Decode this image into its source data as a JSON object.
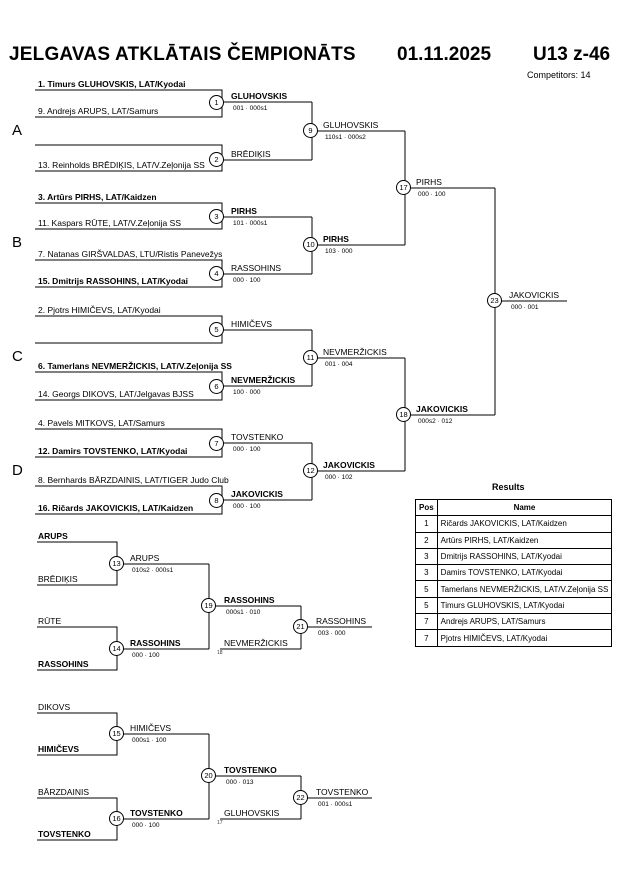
{
  "header": {
    "title": "JELGAVAS ATKLĀTAIS ČEMPIONĀTS",
    "date": "01.11.2025",
    "category": "U13 z-46",
    "competitors": "Competitors: 14"
  },
  "pools": [
    "A",
    "B",
    "C",
    "D"
  ],
  "entrants": [
    "1. Timurs GLUHOVSKIS, LAT/Kyodai",
    "9. Andrejs ARUPS, LAT/Samurs",
    "13. Reinholds BRĒDIĶIS, LAT/V.Zeļonija SS",
    "3. Artūrs PIRHS, LAT/Kaidzen",
    "11. Kaspars RŪTE, LAT/V.Zeļonija SS",
    "7. Natanas GIRŠVALDAS, LTU/Ristis Panevežys",
    "15. Dmitrijs RASSOHINS, LAT/Kyodai",
    "2. Pjotrs HIMIČEVS, LAT/Kyodai",
    "6. Tamerlans NEVMERŽICKIS, LAT/V.Zeļonija SS",
    "14. Georgs DIKOVS, LAT/Jelgavas BJSS",
    "4. Pavels MITKOVS, LAT/Samurs",
    "12. Damirs TOVSTENKO, LAT/Kyodai",
    "8. Bernhards BĀRZDAINIS, LAT/TIGER Judo Club",
    "16. Ričards JAKOVICKIS, LAT/Kaidzen"
  ],
  "matches": {
    "m1": {
      "no": "1",
      "winner": "GLUHOVSKIS",
      "score": "001 · 000s1"
    },
    "m2": {
      "no": "2",
      "winner": "BRĒDIĶIS",
      "score": ""
    },
    "m3": {
      "no": "3",
      "winner": "PIRHS",
      "score": "101 · 000s1"
    },
    "m4": {
      "no": "4",
      "winner": "RASSOHINS",
      "score": "000 · 100"
    },
    "m5": {
      "no": "5",
      "winner": "HIMIČEVS",
      "score": ""
    },
    "m6": {
      "no": "6",
      "winner": "NEVMERŽICKIS",
      "score": "100 · 000"
    },
    "m7": {
      "no": "7",
      "winner": "TOVSTENKO",
      "score": "000 · 100"
    },
    "m8": {
      "no": "8",
      "winner": "JAKOVICKIS",
      "score": "000 · 100"
    },
    "m9": {
      "no": "9",
      "winner": "GLUHOVSKIS",
      "score": "110s1 · 000s2"
    },
    "m10": {
      "no": "10",
      "winner": "PIRHS",
      "score": "103 · 000"
    },
    "m11": {
      "no": "11",
      "winner": "NEVMERŽICKIS",
      "score": "001 · 004"
    },
    "m12": {
      "no": "12",
      "winner": "JAKOVICKIS",
      "score": "000 · 102"
    },
    "m17": {
      "no": "17",
      "winner": "PIRHS",
      "score": "000 · 100"
    },
    "m18": {
      "no": "18",
      "winner": "JAKOVICKIS",
      "score": "000s2 · 012"
    },
    "m23": {
      "no": "23",
      "winner": "JAKOVICKIS",
      "score": "000 · 001"
    }
  },
  "repechage": {
    "r1": {
      "players": [
        "ARUPS",
        "BRĒDIĶIS",
        "RŪTE",
        "RASSOHINS"
      ],
      "m13": {
        "no": "13",
        "winner": "ARUPS",
        "score": "010s2 · 000s1"
      },
      "m14": {
        "no": "14",
        "winner": "RASSOHINS",
        "score": "000 · 100"
      },
      "m19": {
        "no": "19",
        "winner": "RASSOHINS",
        "score": "000s1 · 010"
      },
      "loser_in": "NEVMERŽICKIS",
      "loser_from": "18",
      "m21": {
        "no": "21",
        "winner": "RASSOHINS",
        "score": "003 · 000"
      }
    },
    "r2": {
      "players": [
        "DIKOVS",
        "HIMIČEVS",
        "BĀRZDAINIS",
        "TOVSTENKO"
      ],
      "m15": {
        "no": "15",
        "winner": "HIMIČEVS",
        "score": "000s1 · 100"
      },
      "m16": {
        "no": "16",
        "winner": "TOVSTENKO",
        "score": "000 · 100"
      },
      "m20": {
        "no": "20",
        "winner": "TOVSTENKO",
        "score": "000 · 013"
      },
      "loser_in": "GLUHOVSKIS",
      "loser_from": "17",
      "m22": {
        "no": "22",
        "winner": "TOVSTENKO",
        "score": "001 · 000s1"
      }
    }
  },
  "results": {
    "title": "Results",
    "headers": [
      "Pos",
      "Name"
    ],
    "rows": [
      {
        "pos": "1",
        "name": "Ričards JAKOVICKIS, LAT/Kaidzen"
      },
      {
        "pos": "2",
        "name": "Artūrs PIRHS, LAT/Kaidzen"
      },
      {
        "pos": "3",
        "name": "Dmitrijs RASSOHINS, LAT/Kyodai"
      },
      {
        "pos": "3",
        "name": "Damirs TOVSTENKO, LAT/Kyodai"
      },
      {
        "pos": "5",
        "name": "Tamerlans NEVMERŽICKIS, LAT/V.Zeļonija SS"
      },
      {
        "pos": "5",
        "name": "Timurs GLUHOVSKIS, LAT/Kyodai"
      },
      {
        "pos": "7",
        "name": "Andrejs ARUPS, LAT/Samurs"
      },
      {
        "pos": "7",
        "name": "Pjotrs HIMIČEVS, LAT/Kyodai"
      }
    ]
  }
}
